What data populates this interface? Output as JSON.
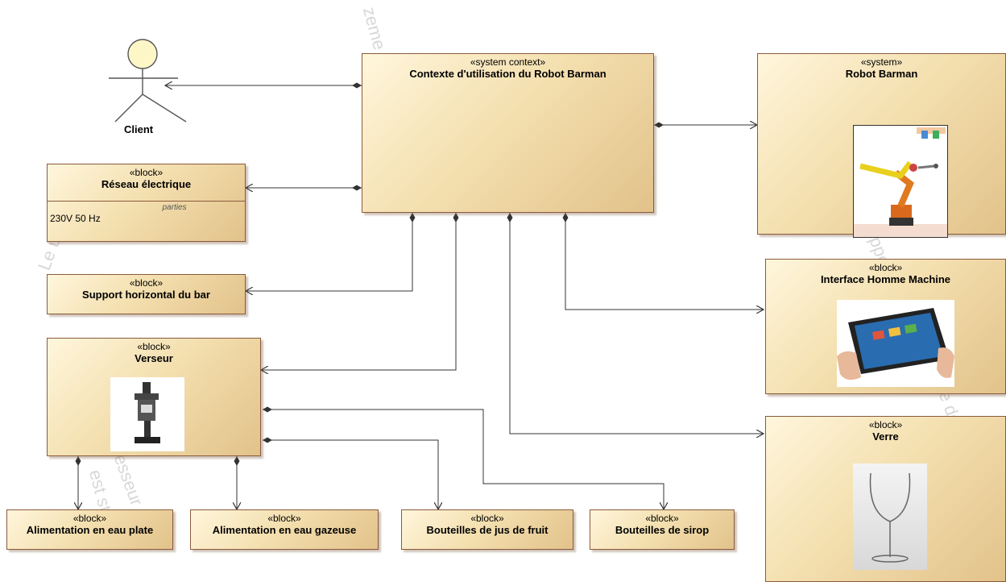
{
  "actor": {
    "name": "Client"
  },
  "context": {
    "stereotype": "«system context»",
    "name": "Contexte d'utilisation du Robot Barman"
  },
  "system": {
    "stereotype": "«system»",
    "name": "Robot Barman"
  },
  "reseau": {
    "stereotype": "«block»",
    "name": "Réseau électrique",
    "compartment_title": "parties",
    "compartment_value": "230V 50 Hz"
  },
  "support": {
    "stereotype": "«block»",
    "name": "Support horizontal du bar"
  },
  "verseur": {
    "stereotype": "«block»",
    "name": "Verseur"
  },
  "ihm": {
    "stereotype": "«block»",
    "name": "Interface Homme Machine"
  },
  "verre": {
    "stereotype": "«block»",
    "name": "Verre"
  },
  "eau_plate": {
    "stereotype": "«block»",
    "name": "Alimentation en eau plate"
  },
  "eau_gazeuse": {
    "stereotype": "«block»",
    "name": "Alimentation en eau gazeuse"
  },
  "jus": {
    "stereotype": "«block»",
    "name": "Bouteilles de jus de fruit"
  },
  "sirop": {
    "stereotype": "«block»",
    "name": "Bouteilles de sirop"
  },
  "watermarks": [
    "zeme",
    "Le Dévelo",
    "ppement",
    "esseur",
    "est st",
    "Le dév"
  ]
}
